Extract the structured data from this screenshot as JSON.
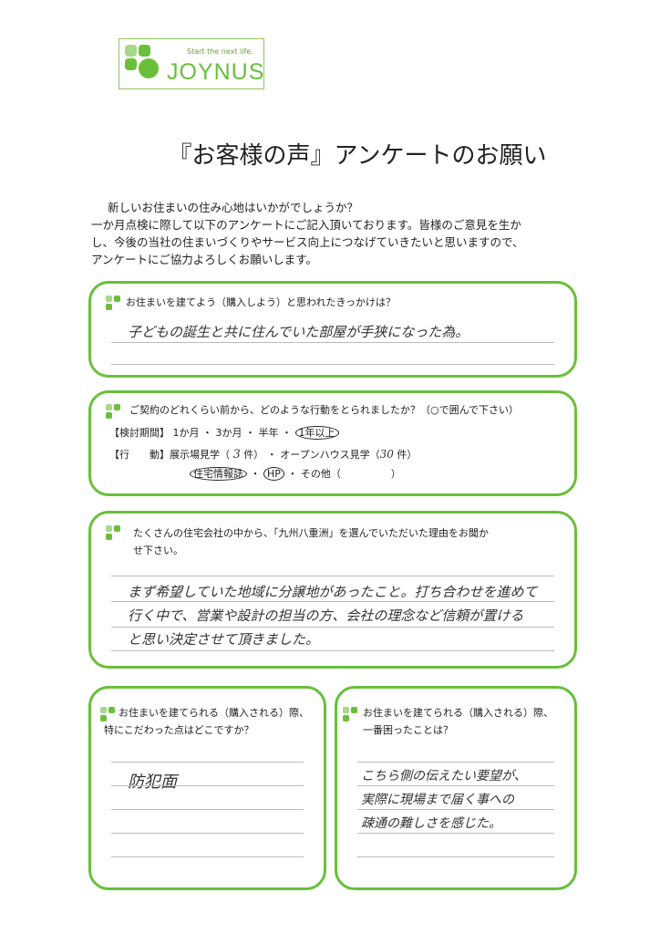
{
  "logo": {
    "tagline": "Start the next life.",
    "name": "JOYNUS"
  },
  "title": "『お客様の声』アンケートのお願い",
  "intro": [
    "新しいお住まいの住み心地はいかがでしょうか？",
    "一か月点検に際して以下のアンケートにご記入頂いております。皆様のご意見を生か",
    "し、今後の当社の住まいづくりやサービス向上につなげていきたいと思いますので、",
    "アンケートにご協力よろしくお願いします。"
  ],
  "q1": {
    "question": "お住まいを建てよう（購入しよう）と思われたきっかけは？",
    "answer": "子どもの誕生と共に住んでいた部屋が手狭になった為。"
  },
  "q2": {
    "question": "ご契約のどれくらい前から、どのような行動をとられましたか？（○で囲んで下さい）",
    "period_label": "【検討期間】",
    "period_options": [
      "1か月",
      "3か月",
      "半年",
      "1年以上"
    ],
    "action_label": "【行　　動】",
    "showroom": "展示場見学（",
    "showroom_count": "3",
    "showroom_unit": "件）",
    "openhouse": "オープンハウス見学（",
    "openhouse_count": "30",
    "openhouse_unit": "件）",
    "magazine": "住宅情報誌",
    "hp": "HP",
    "other": "その他（　　　　　）",
    "sep": "・"
  },
  "q3": {
    "question": [
      "たくさんの住宅会社の中から、「九州八重洲」を選んでいただいた理由をお聞か",
      "せ下さい。"
    ],
    "answer": [
      "まず希望していた地域に分譲地があったこと。打ち合わせを進めて",
      "行く中で、営業や設計の担当の方、会社の理念など信頼が置ける",
      "と思い決定させて頂きました。"
    ]
  },
  "q4": {
    "question": [
      "お住まいを建てられる（購入される）際、",
      "特にこだわった点はどこですか？"
    ],
    "answer": "防犯面"
  },
  "q5": {
    "question": [
      "お住まいを建てられる（購入される）際、",
      "一番困ったことは？"
    ],
    "answer": [
      "こちら側の伝えたい要望が、",
      "実際に現場まで届く事への",
      "疎通の難しさを感じた。"
    ]
  },
  "colors": {
    "green": "#6abf3a",
    "light_green": "#a8d88a"
  }
}
